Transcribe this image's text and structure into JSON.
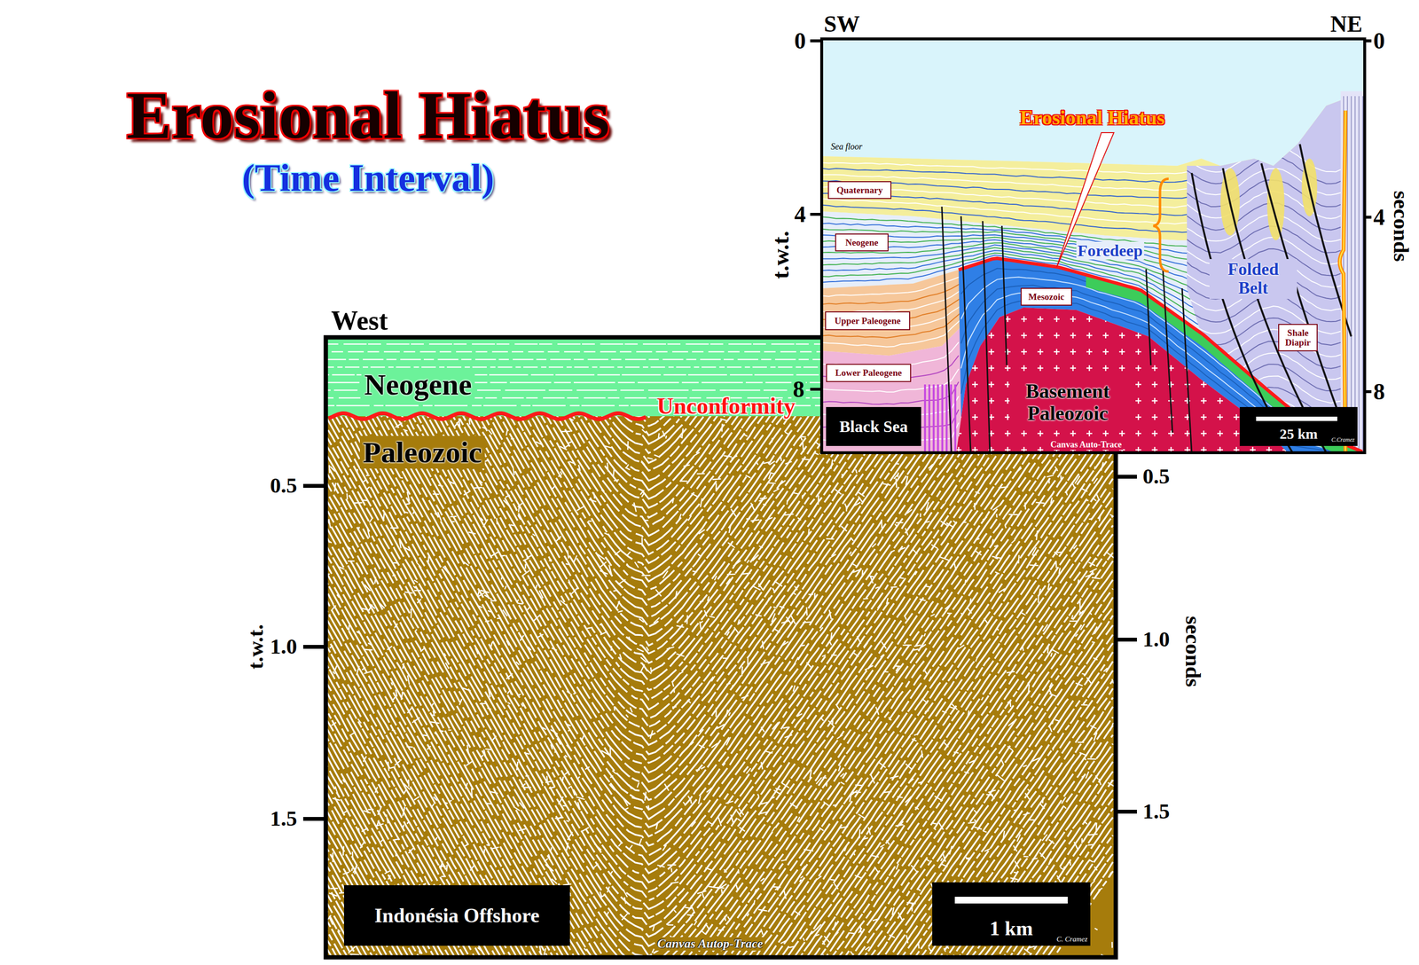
{
  "diagram": {
    "title": "Erosional Hiatus",
    "nodes": [
      {
        "text": [
          "Indonésia Offshore"
        ]
      },
      {
        "text": [
          "1 km",
          "C. Cramez"
        ]
      },
      {
        "text": [
          "Quaternary"
        ]
      },
      {
        "text": [
          "Neogene"
        ]
      },
      {
        "text": [
          "Upper Paleogene"
        ]
      },
      {
        "text": [
          "Lower Paleogene"
        ]
      },
      {
        "text": [
          "Mesozoic"
        ]
      },
      {
        "text": [
          "Shale Diapir"
        ]
      },
      {
        "text": [
          "Black Sea"
        ]
      },
      {
        "text": [
          "25 km",
          "C.Cramez"
        ]
      }
    ],
    "labels": [
      "(Time Interval)",
      "West",
      "Neogene",
      "Unconformity",
      "Paleozoic",
      "0.5",
      "1.0",
      "1.5",
      "0.5",
      "1.0",
      "1.5",
      "t.w.t.",
      "seconds",
      "Canvas Autop-Trace",
      "SW",
      "NE",
      "0",
      "4",
      "8",
      "0",
      "4",
      "8",
      "t.w.t.",
      "seconds",
      "Sea floor",
      "Erosional Hiatus",
      "Foredeep",
      "Folded Belt",
      "Basement Paleozoic",
      "Canvas Auto-Trace"
    ]
  }
}
